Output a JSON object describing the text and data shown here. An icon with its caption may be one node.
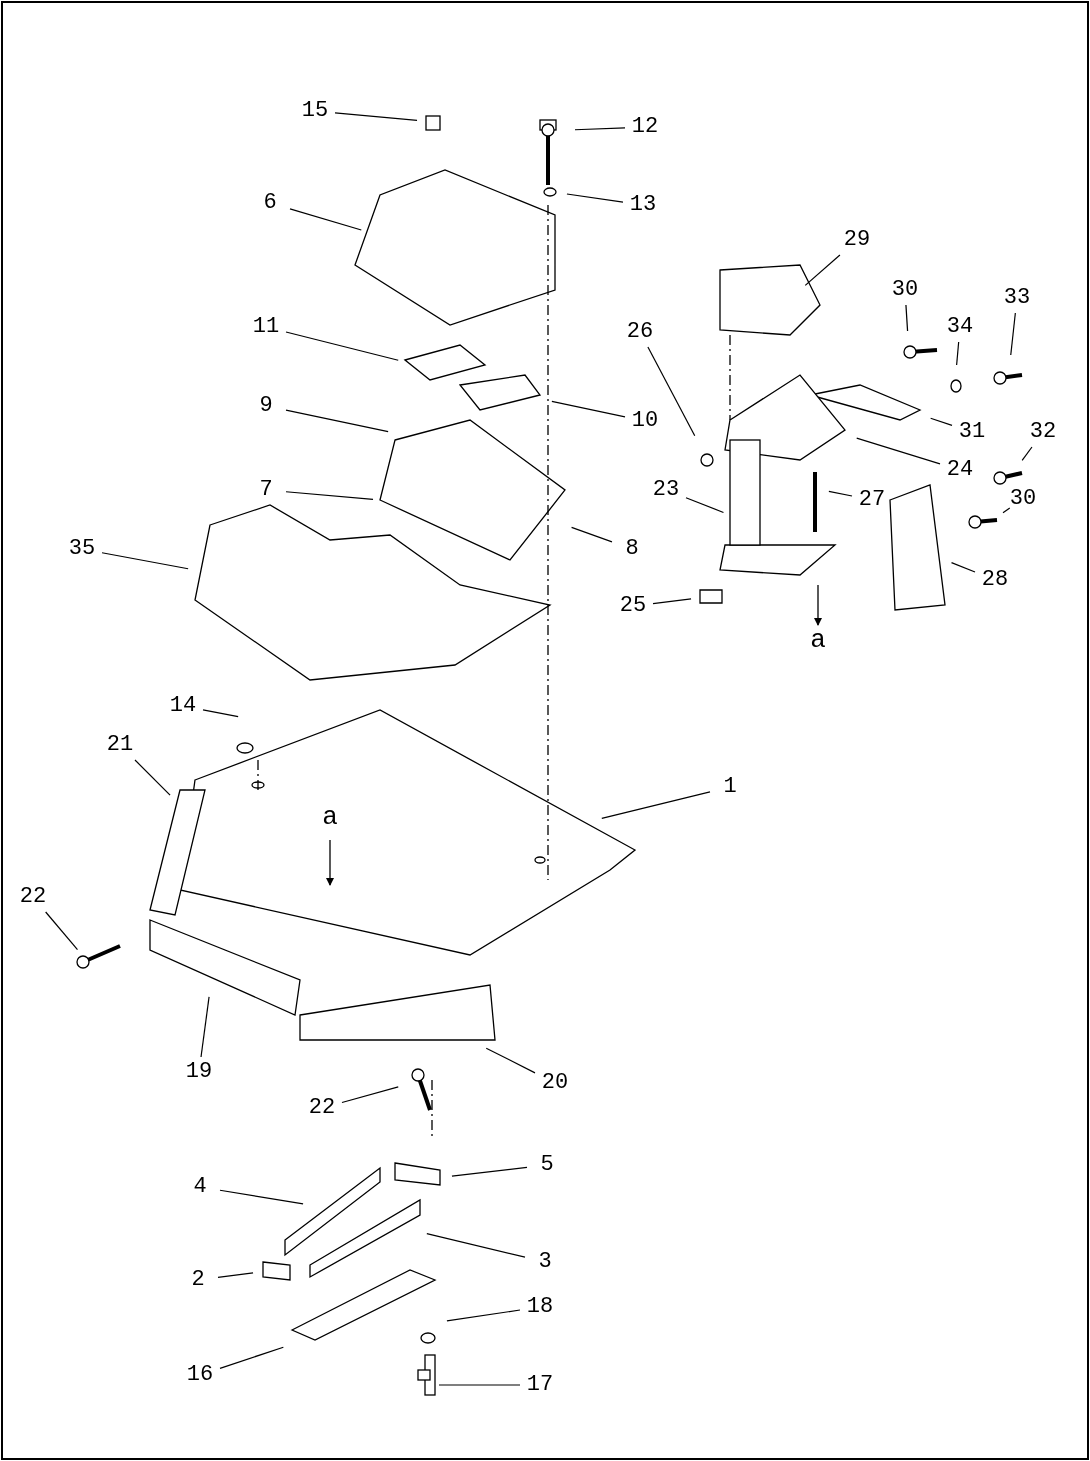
{
  "diagram": {
    "nodes": [
      {
        "text": [
          "15"
        ]
      },
      {
        "text": [
          "12"
        ]
      },
      {
        "text": [
          "13"
        ]
      },
      {
        "text": [
          "6"
        ]
      },
      {
        "text": [
          "11"
        ]
      },
      {
        "text": [
          "10"
        ]
      },
      {
        "text": [
          "9"
        ]
      },
      {
        "text": [
          "7"
        ]
      },
      {
        "text": [
          "8"
        ]
      },
      {
        "text": [
          "35"
        ]
      },
      {
        "text": [
          "29"
        ]
      },
      {
        "text": [
          "30"
        ]
      },
      {
        "text": [
          "33"
        ]
      },
      {
        "text": [
          "34"
        ]
      },
      {
        "text": [
          "26"
        ]
      },
      {
        "text": [
          "31"
        ]
      },
      {
        "text": [
          "32"
        ]
      },
      {
        "text": [
          "24"
        ]
      },
      {
        "text": [
          "23"
        ]
      },
      {
        "text": [
          "27"
        ]
      },
      {
        "text": [
          "30"
        ]
      },
      {
        "text": [
          "28"
        ]
      },
      {
        "text": [
          "25"
        ]
      },
      {
        "text": [
          "14"
        ]
      },
      {
        "text": [
          "21"
        ]
      },
      {
        "text": [
          "1"
        ]
      },
      {
        "text": [
          "22"
        ]
      },
      {
        "text": [
          "19"
        ]
      },
      {
        "text": [
          "20"
        ]
      },
      {
        "text": [
          "22"
        ]
      },
      {
        "text": [
          "4"
        ]
      },
      {
        "text": [
          "5"
        ]
      },
      {
        "text": [
          "2"
        ]
      },
      {
        "text": [
          "3"
        ]
      },
      {
        "text": [
          "16"
        ]
      },
      {
        "text": [
          "18"
        ]
      },
      {
        "text": [
          "17"
        ]
      }
    ],
    "edges": [
      {
        "from": 0,
        "to": null,
        "arrow": "none"
      },
      {
        "from": 1,
        "to": null,
        "arrow": "none"
      },
      {
        "from": 2,
        "to": null,
        "arrow": "none"
      },
      {
        "from": 3,
        "to": null,
        "arrow": "none"
      },
      {
        "from": 4,
        "to": null,
        "arrow": "none"
      },
      {
        "from": 5,
        "to": null,
        "arrow": "none"
      },
      {
        "from": 6,
        "to": null,
        "arrow": "none"
      },
      {
        "from": 7,
        "to": null,
        "arrow": "none"
      },
      {
        "from": 8,
        "to": null,
        "arrow": "none"
      },
      {
        "from": 9,
        "to": null,
        "arrow": "none"
      },
      {
        "from": 10,
        "to": null,
        "arrow": "none"
      },
      {
        "from": 11,
        "to": null,
        "arrow": "none"
      },
      {
        "from": 12,
        "to": null,
        "arrow": "none"
      },
      {
        "from": 13,
        "to": null,
        "arrow": "none"
      },
      {
        "from": 14,
        "to": null,
        "arrow": "none"
      },
      {
        "from": 15,
        "to": null,
        "arrow": "none"
      },
      {
        "from": 16,
        "to": null,
        "arrow": "none"
      },
      {
        "from": 17,
        "to": null,
        "arrow": "none"
      },
      {
        "from": 18,
        "to": null,
        "arrow": "none"
      },
      {
        "from": 19,
        "to": null,
        "arrow": "none"
      },
      {
        "from": 20,
        "to": null,
        "arrow": "none"
      },
      {
        "from": 21,
        "to": null,
        "arrow": "none"
      },
      {
        "from": 22,
        "to": null,
        "arrow": "none"
      },
      {
        "from": 23,
        "to": null,
        "arrow": "none"
      },
      {
        "from": 24,
        "to": null,
        "arrow": "none"
      },
      {
        "from": 25,
        "to": null,
        "arrow": "none"
      },
      {
        "from": 26,
        "to": null,
        "arrow": "none"
      },
      {
        "from": 27,
        "to": null,
        "arrow": "none"
      },
      {
        "from": 28,
        "to": null,
        "arrow": "none"
      },
      {
        "from": 29,
        "to": null,
        "arrow": "none"
      },
      {
        "from": 30,
        "to": null,
        "arrow": "none"
      },
      {
        "from": 31,
        "to": null,
        "arrow": "none"
      },
      {
        "from": 32,
        "to": null,
        "arrow": "none"
      },
      {
        "from": 33,
        "to": null,
        "arrow": "none"
      },
      {
        "from": 34,
        "to": null,
        "arrow": "none"
      },
      {
        "from": 35,
        "to": null,
        "arrow": "none"
      },
      {
        "from": 36,
        "to": null,
        "arrow": "none"
      }
    ],
    "labels": [
      "a",
      "a"
    ]
  }
}
